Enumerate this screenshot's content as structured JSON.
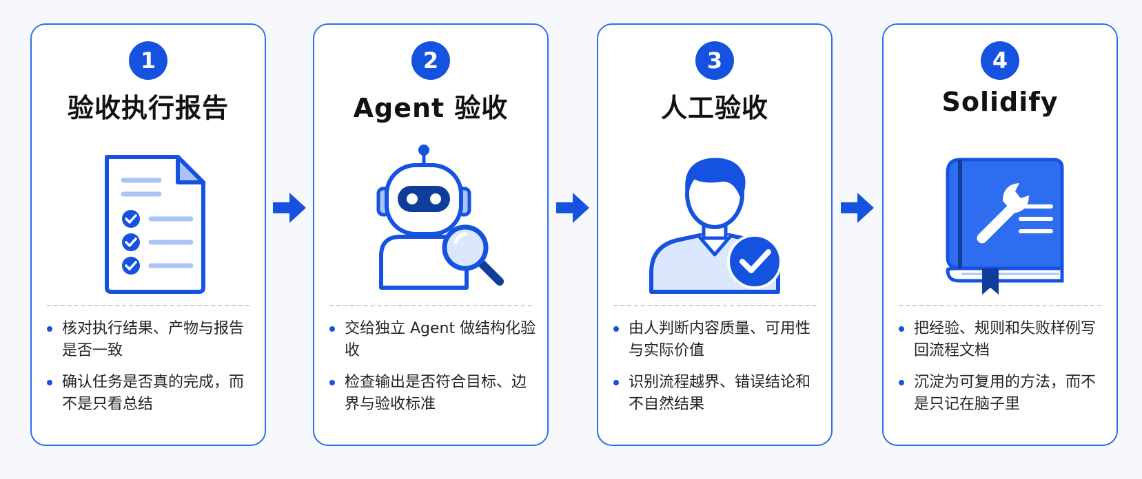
{
  "colors": {
    "accent": "#1652e0",
    "border": "#2f6df0",
    "light_blue": "#a9c4f5"
  },
  "steps": [
    {
      "number": "1",
      "title": "验收执行报告",
      "icon": "document-checklist-icon",
      "bullets": [
        "核对执行结果、产物与报告是否一致",
        "确认任务是否真的完成，而不是只看总结"
      ]
    },
    {
      "number": "2",
      "title": "Agent 验收",
      "icon": "robot-magnifier-icon",
      "bullets": [
        "交给独立 Agent 做结构化验收",
        "检查输出是否符合目标、边界与验收标准"
      ]
    },
    {
      "number": "3",
      "title": "人工验收",
      "icon": "person-check-icon",
      "bullets": [
        "由人判断内容质量、可用性与实际价值",
        "识别流程越界、错误结论和不自然结果"
      ]
    },
    {
      "number": "4",
      "title": "Solidify",
      "icon": "book-wrench-icon",
      "bullets": [
        "把经验、规则和失败样例写回流程文档",
        "沉淀为可复用的方法，而不是只记在脑子里"
      ]
    }
  ]
}
